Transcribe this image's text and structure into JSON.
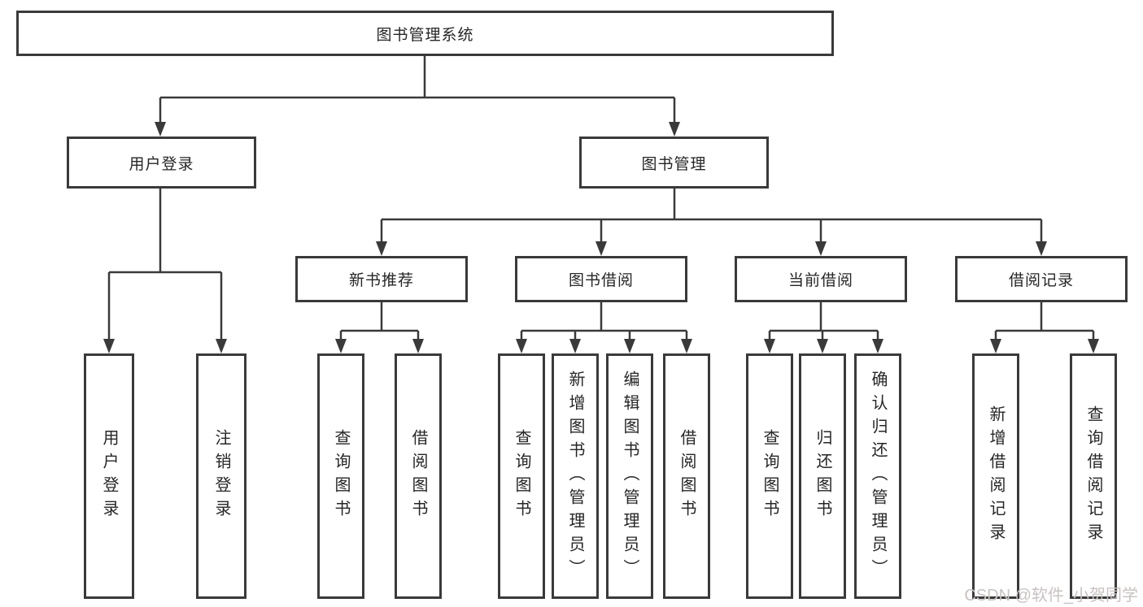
{
  "diagram": {
    "title": "图书管理系统",
    "colors": {
      "line": "#3a3a3a",
      "box_border": "#3a3a3a",
      "text": "#262626",
      "background": "#ffffff",
      "watermark": "#c9c2c2"
    },
    "tree": {
      "root": {
        "label": "图书管理系统"
      },
      "level2": [
        {
          "label": "用户登录"
        },
        {
          "label": "图书管理"
        }
      ],
      "level3": [
        {
          "label": "新书推荐"
        },
        {
          "label": "图书借阅"
        },
        {
          "label": "当前借阅"
        },
        {
          "label": "借阅记录"
        }
      ],
      "leafGroups": [
        [
          "用户登录",
          "注销登录"
        ],
        [
          "查询图书",
          "借阅图书"
        ],
        [
          "查询图书",
          "新增图书（管理员）",
          "编辑图书（管理员）",
          "借阅图书"
        ],
        [
          "查询图书",
          "归还图书",
          "确认归还（管理员）"
        ],
        [
          "新增借阅记录",
          "查询借阅记录"
        ]
      ]
    },
    "watermark": {
      "text": "CSDN @软件_小贺同学"
    }
  }
}
